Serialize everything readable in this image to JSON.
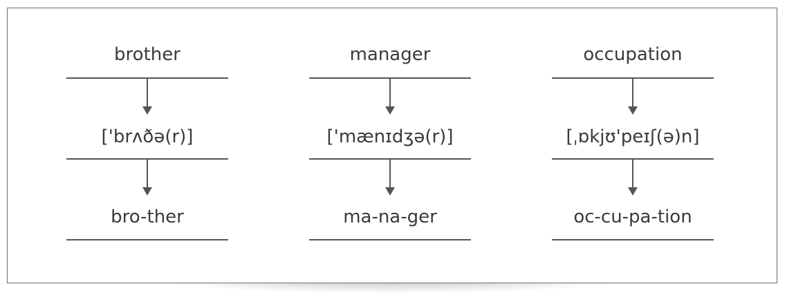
{
  "columns": [
    {
      "word": "brother",
      "phonetic": "['brʌðə(r)]",
      "syllables": "bro-ther"
    },
    {
      "word": "manager",
      "phonetic": "['mænɪdʒə(r)]",
      "syllables": "ma-na-ger"
    },
    {
      "word": "occupation",
      "phonetic": "[ˌɒkjʊ'peɪʃ(ə)n]",
      "syllables": "oc-cu-pa-tion"
    }
  ],
  "colors": {
    "text": "#3a3a3a",
    "line": "#555555",
    "border": "#6b6b6b"
  }
}
